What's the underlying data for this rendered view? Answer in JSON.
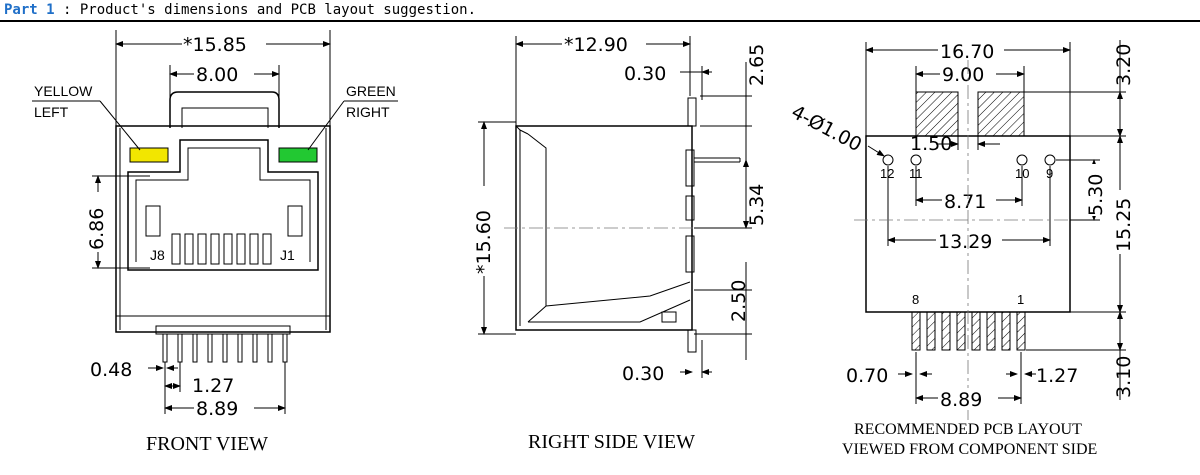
{
  "header": {
    "part": "Part 1",
    "title": " : Product's dimensions and PCB layout suggestion."
  },
  "front_view": {
    "caption": "FRONT VIEW",
    "width_overall": "*15.85",
    "top_width": "8.00",
    "height": "6.86",
    "pin_width": "0.48",
    "pin_pitch": "1.27",
    "pin_span": "8.89",
    "led_left_label_1": "YELLOW",
    "led_left_label_2": "LEFT",
    "led_right_label_1": "GREEN",
    "led_right_label_2": "RIGHT",
    "led_left_color": "#f2e600",
    "led_right_color": "#22c832",
    "pin_j8": "J8",
    "pin_j1": "J1"
  },
  "side_view": {
    "caption": "RIGHT SIDE VIEW",
    "depth": "*12.90",
    "top_offset": "0.30",
    "top_height": "2.65",
    "height": "*15.60",
    "mid_height": "5.34",
    "bottom_height": "2.50",
    "bottom_offset": "0.30"
  },
  "pcb_layout": {
    "caption_line1": "RECOMMENDED PCB LAYOUT",
    "caption_line2": "VIEWED FROM COMPONENT SIDE",
    "width": "16.70",
    "pad_span": "9.00",
    "pad_gap": "1.50",
    "hole_note": "4-Ø1.00",
    "led_pitch_inner": "8.71",
    "led_pitch_outer": "13.29",
    "top_offset": "3.20",
    "led_row_offset": "5.30",
    "total_height": "15.25",
    "bottom_offset": "3.10",
    "pin_dia": "0.70",
    "pin_pitch": "1.27",
    "pin_span": "8.89",
    "pin_12": "12",
    "pin_11": "11",
    "pin_10": "10",
    "pin_9": "9",
    "pin_8": "8",
    "pin_1": "1"
  }
}
